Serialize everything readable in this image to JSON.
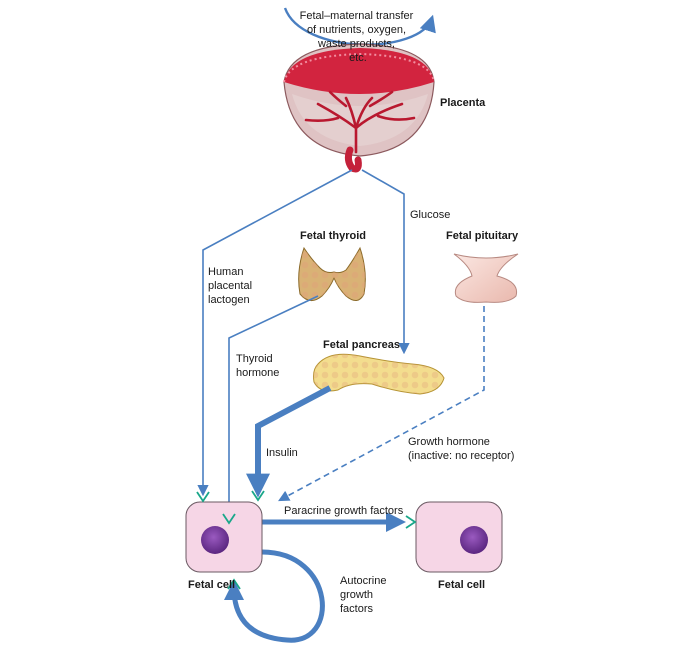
{
  "top_note": [
    "Fetal–maternal transfer",
    "of nutrients, oxygen,",
    "waste products,",
    "etc."
  ],
  "organs": {
    "placenta": "Placenta",
    "thyroid": "Fetal thyroid",
    "pituitary": "Fetal pituitary",
    "pancreas": "Fetal pancreas"
  },
  "signals": {
    "hpl": [
      "Human",
      "placental",
      "lactogen"
    ],
    "glucose": "Glucose",
    "thyroid_hormone": [
      "Thyroid",
      "hormone"
    ],
    "insulin": "Insulin",
    "growth_hormone": [
      "Growth hormone",
      "(inactive: no receptor)"
    ],
    "paracrine": "Paracrine growth factors",
    "autocrine": [
      "Autocrine",
      "growth",
      "factors"
    ]
  },
  "cells": {
    "left": "Fetal cell",
    "right": "Fetal cell"
  },
  "colors": {
    "arrow": "#4a7fc1",
    "receptor": "#1aa78a",
    "cell_fill": "#f6d6e6",
    "nucleus": "#7a3a9e",
    "organ_fill": "#f3dd8e",
    "placenta_red": "#c4213a"
  }
}
